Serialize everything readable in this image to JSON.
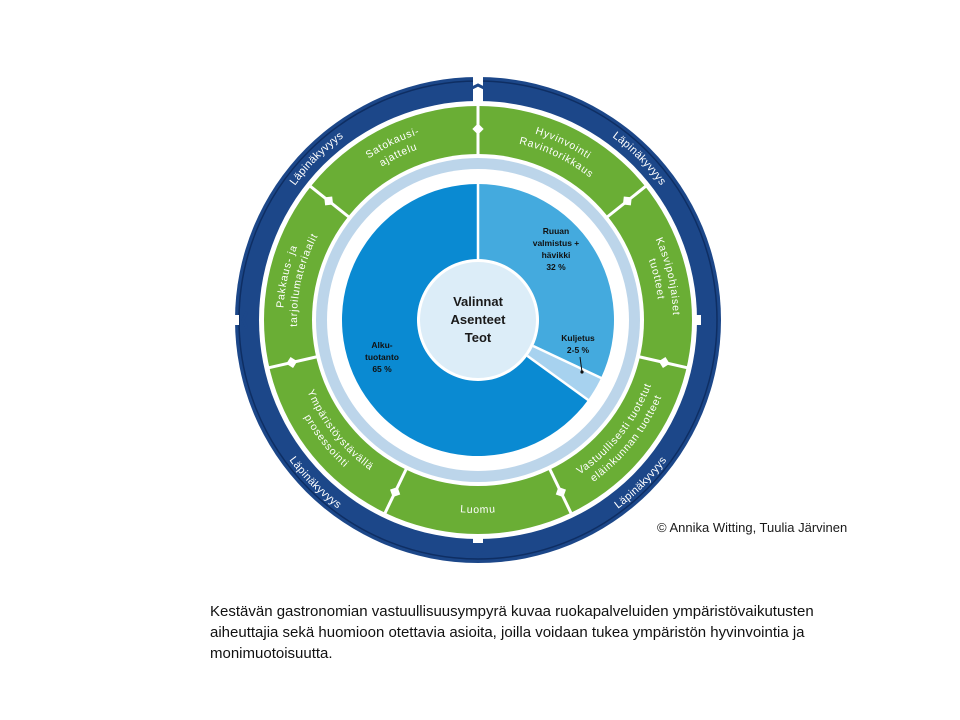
{
  "colors": {
    "outer_ring": "#1c4789",
    "outer_ring_edge": "#0e2e63",
    "green_band": "#6aae35",
    "separator_ring": "#bcd5ea",
    "inner_dark": "#0a8ad2",
    "inner_light": "#44aade",
    "inner_pale": "#a7d2ef",
    "center": "#dcedf8",
    "outer_text": "#ffffff"
  },
  "outer_ring": {
    "labels": [
      "Läpinäkyvyys",
      "Läpinäkyvyys",
      "Läpinäkyvyys",
      "Läpinäkyvyys"
    ]
  },
  "green_segments": {
    "labels": [
      [
        "Hyvinvointi",
        "Ravintorikkaus"
      ],
      [
        "Kasvipohjaiset",
        "tuotteet"
      ],
      [
        "Vastuullisesti tuotetut",
        "eläinkunnan tuotteet"
      ],
      [
        "Luomu"
      ],
      [
        "Ympäristöystävällä",
        "prosessointi"
      ],
      [
        "Pakkaus- ja",
        "tarjoilumateriaalit"
      ],
      [
        "Satokausi-",
        "ajattelu"
      ]
    ]
  },
  "donut": {
    "segments": [
      {
        "lines": [
          "Ruuan",
          "valmistus +",
          "hävikki",
          "32 %"
        ],
        "value": 32
      },
      {
        "lines": [
          "Kuljetus",
          "2-5 %"
        ],
        "value": 3
      },
      {
        "lines": [
          "Alku-",
          "tuotanto",
          "65 %"
        ],
        "value": 65
      }
    ]
  },
  "center": {
    "lines": [
      "Valinnat",
      "Asenteet",
      "Teot"
    ]
  },
  "copyright": "© Annika Witting, Tuulia Järvinen",
  "caption": "Kestävän gastronomian vastuullisuusympyrä kuvaa ruokapalveluiden ympäristövaikutusten aiheuttajia sekä huomioon otettavia asioita, joilla voidaan tukea ympäristön hyvinvointia ja monimuotoisuutta."
}
